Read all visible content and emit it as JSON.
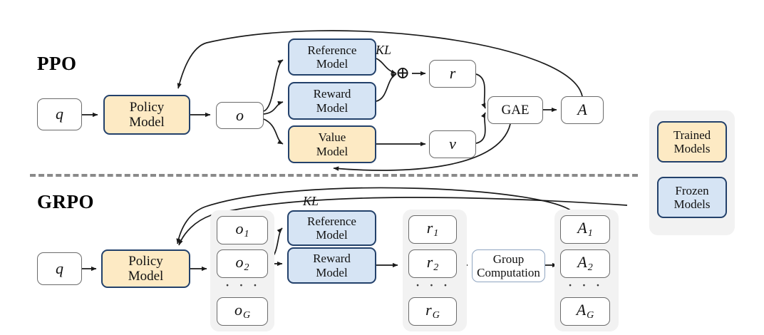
{
  "figure": {
    "sections": [
      {
        "id": "ppo",
        "title": "PPO"
      },
      {
        "id": "grpo",
        "title": "GRPO"
      }
    ],
    "divider": "dashed-horizontal-rule"
  },
  "ppo": {
    "title": "PPO",
    "nodes": {
      "query": "q",
      "policy_model": {
        "line1": "Policy",
        "line2": "Model"
      },
      "output": "o",
      "reference_model": {
        "line1": "Reference",
        "line2": "Model"
      },
      "reward_model": {
        "line1": "Reward",
        "line2": "Model"
      },
      "value_model": {
        "line1": "Value",
        "line2": "Model"
      },
      "reward": "r",
      "value": "v",
      "gae": "GAE",
      "advantage": "A"
    },
    "labels": {
      "kl": "KL",
      "plus_operator": "⊕"
    }
  },
  "grpo": {
    "title": "GRPO",
    "nodes": {
      "query": "q",
      "policy_model": {
        "line1": "Policy",
        "line2": "Model"
      },
      "reference_model": {
        "line1": "Reference",
        "line2": "Model"
      },
      "reward_model": {
        "line1": "Reward",
        "line2": "Model"
      },
      "group_computation": {
        "line1": "Group",
        "line2": "Computation"
      }
    },
    "labels": {
      "kl": "KL"
    },
    "outputs": {
      "items": [
        {
          "base": "o",
          "sub": "1"
        },
        {
          "base": "o",
          "sub": "2"
        },
        {
          "base": "o",
          "sub": "G"
        }
      ],
      "ellipsis": "· · ·"
    },
    "rewards": {
      "items": [
        {
          "base": "r",
          "sub": "1"
        },
        {
          "base": "r",
          "sub": "2"
        },
        {
          "base": "r",
          "sub": "G"
        }
      ],
      "ellipsis": "· · ·"
    },
    "advantages": {
      "items": [
        {
          "base": "A",
          "sub": "1"
        },
        {
          "base": "A",
          "sub": "2"
        },
        {
          "base": "A",
          "sub": "G"
        }
      ],
      "ellipsis": "· · ·"
    }
  },
  "legend": {
    "items": [
      {
        "line1": "Trained",
        "line2": "Models",
        "style": "trained",
        "color": "#fdeac4"
      },
      {
        "line1": "Frozen",
        "line2": "Models",
        "style": "frozen",
        "color": "#d6e4f4"
      }
    ]
  },
  "colors": {
    "trained_fill": "#fdeac4",
    "frozen_fill": "#d6e4f4",
    "model_border": "#23416b",
    "plain_border": "#6b6b6b",
    "group_panel": "#f2f2f2",
    "wire": "#1a1a1a",
    "divider": "#8a8a8a"
  }
}
